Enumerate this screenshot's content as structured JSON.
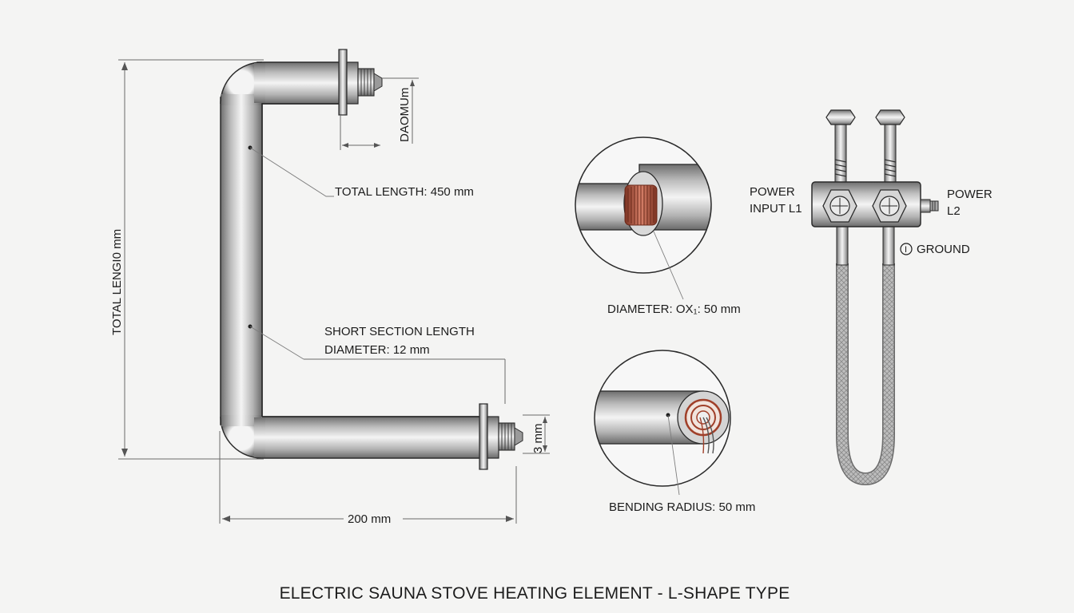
{
  "diagram": {
    "title": "ELECTRIC SAUNA STOVE HEATING ELEMENT - L-SHAPE TYPE",
    "labels": {
      "vertical_total": "TOTAL LENGI0 mm",
      "top_dim": "DAOMUm",
      "total_length": "TOTAL LENGTH: 450 mm",
      "short_section": "SHORT SECTION LENGTH",
      "diameter": "DIAMETER: 12 mm",
      "bottom_dim": "3 mm",
      "width_dim": "200 mm",
      "detail_top": "DIAMETER: OX₁: 50 mm",
      "detail_bottom": "BENDING RADIUS: 50 mm",
      "power_l1_line1": "POWER",
      "power_l1_line2": "INPUT L1",
      "power_l2_line1": "POWER",
      "power_l2_line2": "L2",
      "ground": "GROUND",
      "ground_symbol": "I"
    },
    "colors": {
      "metal_light": "#f2f2f2",
      "metal_mid": "#b7b7b7",
      "metal_dark": "#6e6e6e",
      "coil": "#b5563f",
      "line": "#1c1c1c"
    }
  }
}
